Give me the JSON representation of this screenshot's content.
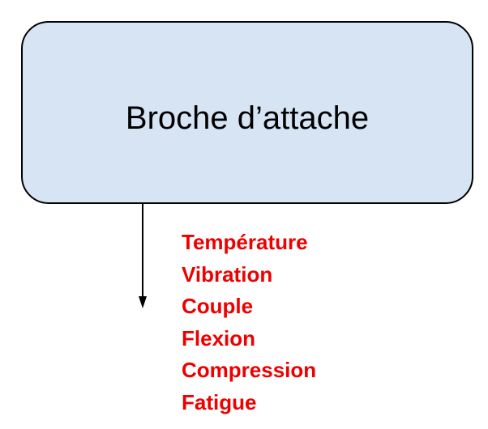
{
  "diagram": {
    "node": {
      "label": "Broche d’attache",
      "fill_color": "#d6e4f4",
      "border_color": "#000000"
    },
    "arrow": {
      "direction": "down",
      "color": "#000000"
    },
    "factors": {
      "color": "#ee0000",
      "items": [
        "Température",
        "Vibration",
        "Couple",
        "Flexion",
        "Compression",
        "Fatigue"
      ]
    }
  }
}
